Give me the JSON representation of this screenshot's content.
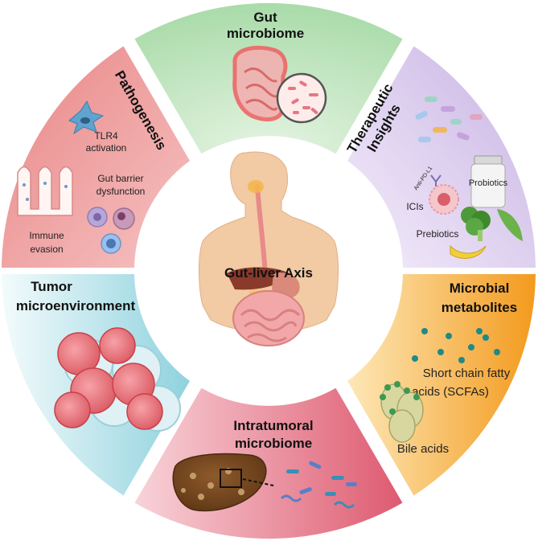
{
  "center": {
    "title": "Gut-liver Axis"
  },
  "sectors": {
    "gut_microbiome": {
      "title_lines": [
        "Gut",
        "microbiome"
      ]
    },
    "pathogenesis": {
      "title": "Pathogenesis",
      "labels": {
        "tlr4": [
          "TLR4",
          "activation"
        ],
        "barrier": [
          "Gut barrier",
          "dysfunction"
        ],
        "immune": [
          "Immune",
          "evasion"
        ]
      }
    },
    "therapeutic": {
      "title_lines": [
        "Therapeutic",
        "Insights"
      ],
      "labels": {
        "anti_pdl1": "Anti-PD-L1",
        "probiotics": "Probiotics",
        "icis": "ICIs",
        "prebiotics": "Prebiotics"
      }
    },
    "tumor": {
      "title_lines": [
        "Tumor",
        "microenvironment"
      ]
    },
    "metabolites": {
      "title_lines": [
        "Microbial",
        "metabolites"
      ],
      "labels": {
        "scfa": [
          "Short chain fatty",
          "acids (SCFAs)"
        ],
        "bile": "Bile acids"
      }
    },
    "intratumoral": {
      "title_lines": [
        "Intratumoral",
        "microbiome"
      ]
    }
  },
  "colors": {
    "gut": "#bfe3bf",
    "pathogenesis": "#ee9a9a",
    "therapeutic": "#d8c6ea",
    "tumor": "#b9e3ea",
    "metabolites": "#f6a12a",
    "intratumoral": "#e06a7e"
  }
}
